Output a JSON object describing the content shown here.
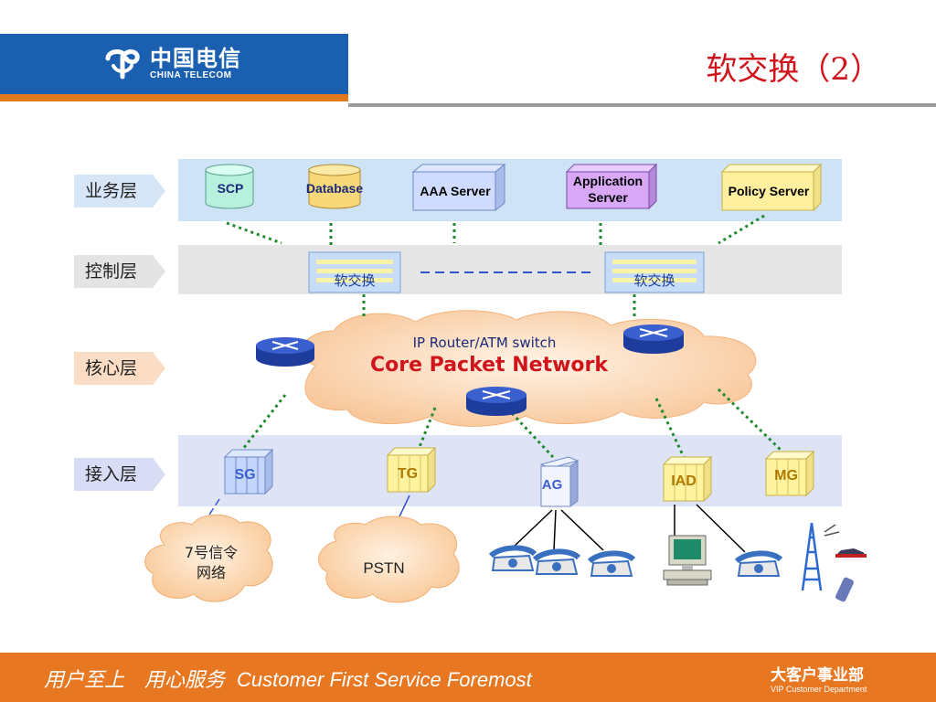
{
  "header": {
    "logo_cn": "中国电信",
    "logo_en": "CHINA TELECOM",
    "title": "软交换（2）"
  },
  "layers": [
    {
      "id": "service",
      "label": "业务层"
    },
    {
      "id": "control",
      "label": "控制层"
    },
    {
      "id": "core",
      "label": "核心层"
    },
    {
      "id": "access",
      "label": "接入层"
    }
  ],
  "service_nodes": [
    "SCP",
    "Database",
    "AAA Server",
    "Application\nServer",
    "Policy Server"
  ],
  "control_nodes": [
    "软交换",
    "软交换"
  ],
  "core": {
    "subtitle": "IP Router/ATM switch",
    "title": "Core Packet Network"
  },
  "access_nodes": [
    "SG",
    "TG",
    "AG",
    "IAD",
    "MG"
  ],
  "networks": [
    "7号信令\n网络",
    "PSTN"
  ],
  "footer": {
    "slogan_cn": "用户至上　用心服务",
    "slogan_en": "Customer First Service Foremost",
    "dept_cn": "大客户事业部",
    "dept_en": "VIP Customer Department"
  },
  "colors": {
    "brand_blue": "#1b5fb0",
    "brand_orange": "#e87722",
    "title_red": "#d0141c",
    "core_text_red": "#d0141c",
    "link_green": "#1e8a2e"
  },
  "icons": [
    "telecom-logo-icon",
    "router-icon",
    "phone-icon",
    "computer-icon",
    "antenna-icon",
    "mobile-phone-icon",
    "car-icon"
  ]
}
